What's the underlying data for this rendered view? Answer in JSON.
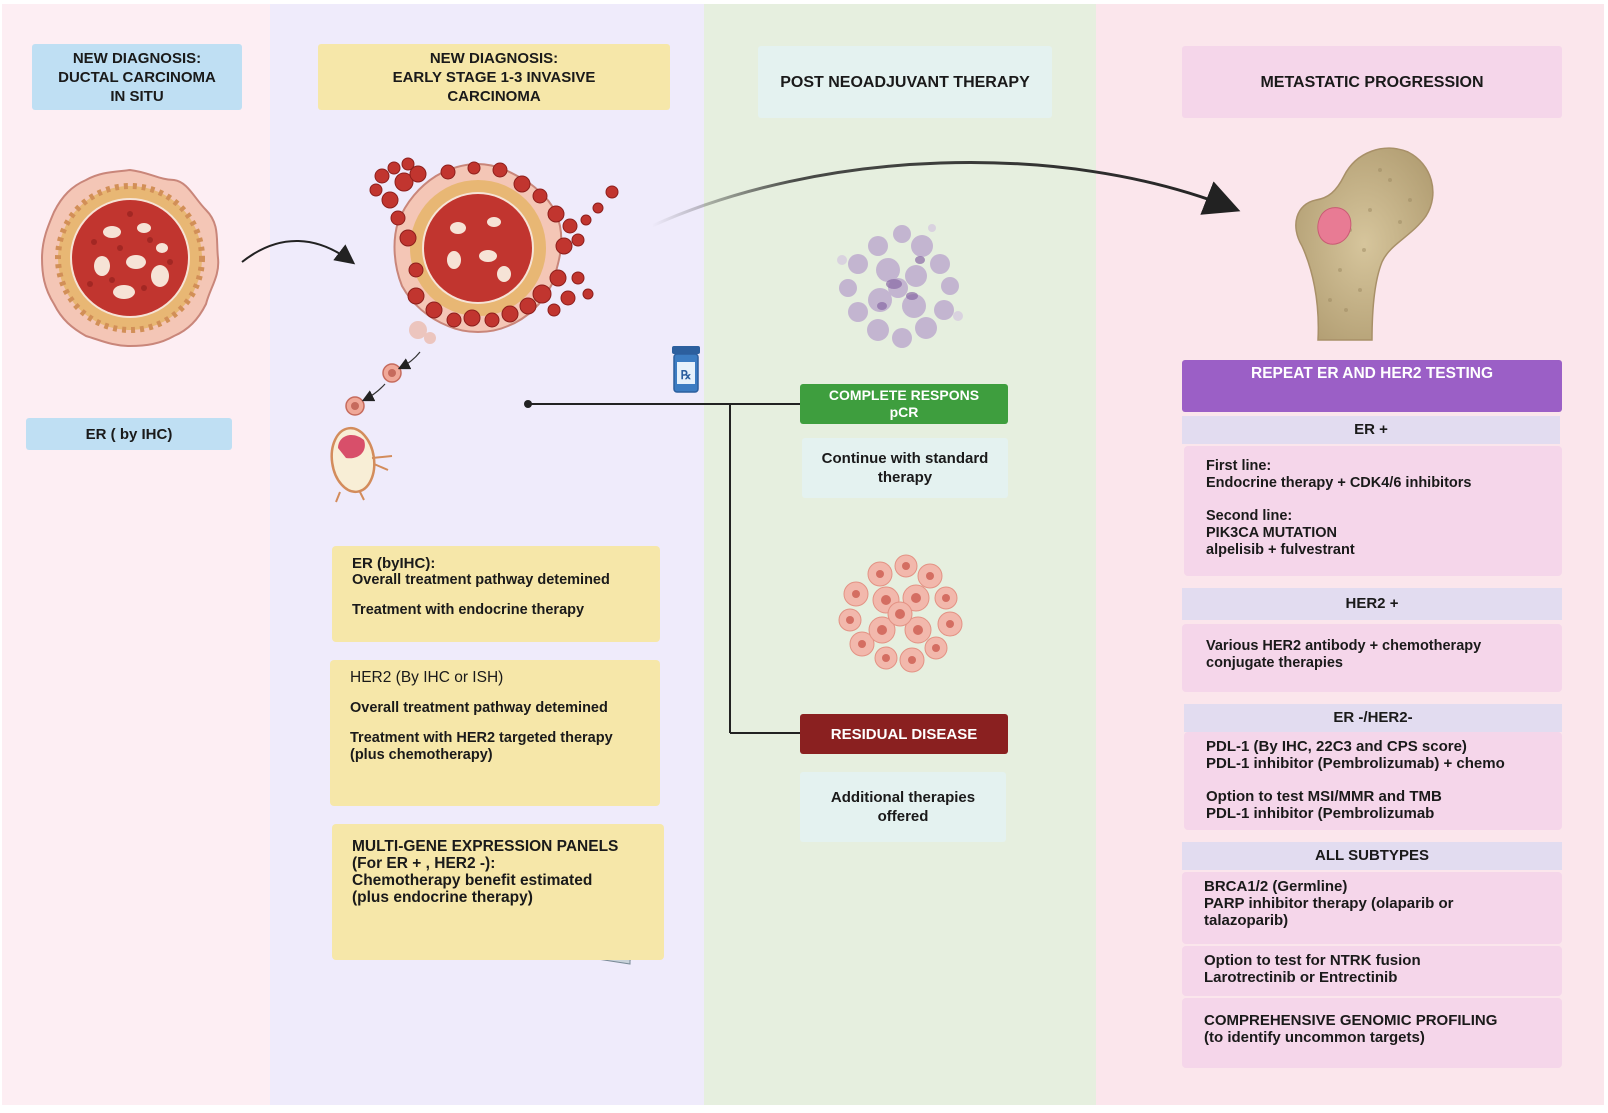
{
  "colors": {
    "col1": "#fdeef3",
    "col2": "#efebfb",
    "col3": "#e6efdf",
    "col4": "#fbe6ec",
    "blue_label": "#bfdff3",
    "yellow_box": "#f6e7a9",
    "pale_cyan": "#e4f2f0",
    "pink_box": "#f5d6ea",
    "lavender": "#e2dcf0",
    "purple_header": "#9b5fc6",
    "green": "#3e9e3e",
    "red": "#8a2020"
  },
  "icons": {
    "dcis": "ductal-carcinoma-in-situ-illustration",
    "invasive": "invasive-carcinoma-illustration",
    "rx": "prescription-bottle-icon",
    "lymph": "lymph-node-illustration",
    "cleared": "cleared-tumor-cells-illustration",
    "residual": "residual-tumor-cells-illustration",
    "bone": "bone-metastasis-illustration",
    "panel": "gene-expression-slide-icon"
  },
  "col1": {
    "header": "NEW DIAGNOSIS:\nDUCTAL CARCINOMA\nIN SITU",
    "er_label": "ER ( by IHC)"
  },
  "col2": {
    "header": "NEW DIAGNOSIS:\nEARLY STAGE 1-3 INVASIVE\nCARCINOMA",
    "er_card": {
      "title": "ER (byIHC):",
      "line1": "Overall treatment pathway detemined",
      "line2": "Treatment with endocrine therapy"
    },
    "her2_card": {
      "title": "HER2 (By IHC or ISH)",
      "line1": "Overall treatment pathway detemined",
      "line2": "Treatment with HER2 targeted therapy\n(plus chemotherapy)"
    },
    "multigene_card": {
      "text": "MULTI-GENE EXPRESSION PANELS\n(For ER + , HER2 -):\nChemotherapy benefit estimated\n(plus endocrine therapy)"
    }
  },
  "col3": {
    "header": "POST NEOADJUVANT THERAPY",
    "complete": "COMPLETE RESPONS\npCR",
    "continue": "Continue with standard\ntherapy",
    "residual": "RESIDUAL DISEASE",
    "additional": "Additional therapies\noffered"
  },
  "col4": {
    "header": "METASTATIC PROGRESSION",
    "repeat": "REPEAT ER AND HER2 TESTING",
    "er_pos": {
      "label": "ER +",
      "first": "First line:\nEndocrine therapy + CDK4/6 inhibitors",
      "second": "Second line:\nPIK3CA MUTATION\nalpelisib + fulvestrant"
    },
    "her2_pos": {
      "label": "HER2 +",
      "text": "Various HER2 antibody + chemotherapy\nconjugate therapies"
    },
    "er_neg": {
      "label": "ER -/HER2-",
      "text1": "PDL-1 (By IHC, 22C3 and CPS score)\nPDL-1 inhibitor (Pembrolizumab) + chemo",
      "text2": "Option to test MSI/MMR and TMB\nPDL-1 inhibitor (Pembrolizumab"
    },
    "all": {
      "label": "ALL SUBTYPES",
      "text1": "BRCA1/2 (Germline)\nPARP inhibitor therapy (olaparib or\ntalazoparib)",
      "text2": "Option to test for NTRK fusion\nLarotrectinib or Entrectinib",
      "text3": "COMPREHENSIVE GENOMIC PROFILING\n(to identify uncommon targets)"
    }
  }
}
